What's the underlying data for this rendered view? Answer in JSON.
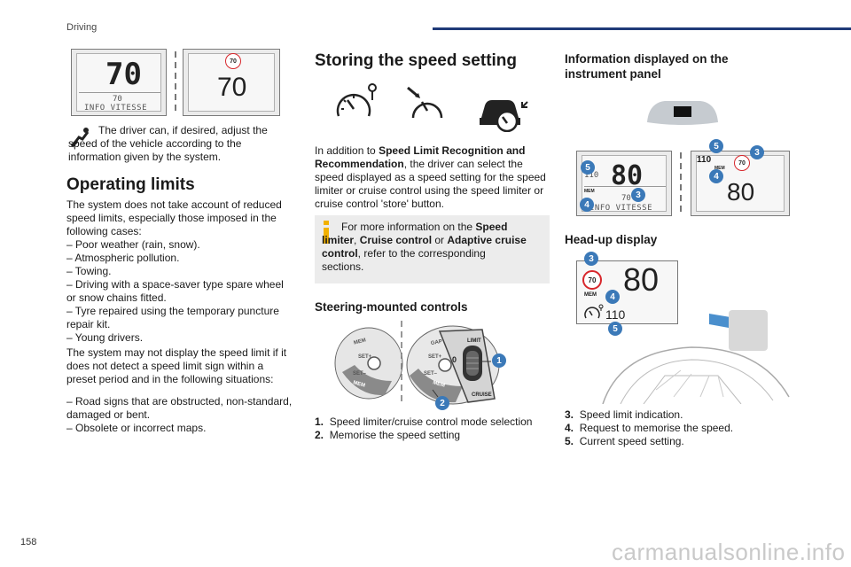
{
  "header": {
    "section": "Driving"
  },
  "page_number": "158",
  "watermark": "carmanualsonline.info",
  "col1": {
    "lcd_speed": "70",
    "lcd_small_speed": "70",
    "lcd_caption": "INFO VITESSE",
    "sign_limit": "70",
    "sign_display_value": "70",
    "adjust_text": "The driver can, if desired, adjust the speed of the vehicle according to the information given by the system.",
    "operating_limits_title": "Operating limits",
    "intro_text": "The system does not take account of reduced speed limits, especially those imposed in the following cases:",
    "cases": [
      "– Poor weather (rain, snow).",
      "– Atmospheric pollution.",
      "– Towing.",
      "– Driving with a space-saver type spare wheel or snow chains fitted.",
      "– Tyre repaired using the temporary puncture repair kit.",
      "– Young drivers."
    ],
    "display_limit_text": "The system may not display the speed limit if it does not detect a speed limit sign within a preset period and in the following situations:",
    "situations": [
      "– Road signs that are obstructed, non-standard, damaged or bent.",
      "– Obsolete or incorrect maps."
    ]
  },
  "col2": {
    "title": "Storing the speed setting",
    "para_prefix": "In addition to ",
    "para_bold1": "Speed Limit Recognition and Recommendation",
    "para_suffix": ", the driver can select the speed displayed as a speed setting for the speed limiter or cruise control using the speed limiter or cruise control 'store' button.",
    "info_prefix": "For more information on the ",
    "info_bold1": "Speed limiter",
    "info_sep1": ", ",
    "info_bold2": "Cruise control",
    "info_sep2": " or ",
    "info_bold3": "Adaptive cruise control",
    "info_suffix": ", refer to the corresponding sections.",
    "controls_title": "Steering-mounted controls",
    "stalk_labels": {
      "mem": "MEM",
      "set_plus": "SET+",
      "set_minus": "SET–",
      "gap": "GAP",
      "limit": "LIMIT",
      "cruise": "CRUISE",
      "zero": "0"
    },
    "callouts": [
      {
        "num": "1.",
        "text": "Speed limiter/cruise control mode selection"
      },
      {
        "num": "2.",
        "text": "Memorise the speed setting"
      }
    ],
    "badge1": "1",
    "badge2": "2"
  },
  "col3": {
    "panel_title": "Information displayed on the instrument panel",
    "lcd_speed": "80",
    "lcd_set": "110",
    "lcd_small": "70",
    "lcd_caption": "INFO VITESSE",
    "mem_label": "MEM",
    "sign_limit": "70",
    "right_set": "110",
    "right_speed": "80",
    "hud_title": "Head-up display",
    "hud_speed": "80",
    "hud_sign": "70",
    "hud_mem": "MEM",
    "hud_set": "110",
    "badges": {
      "b3": "3",
      "b4": "4",
      "b5": "5"
    },
    "legend": [
      {
        "num": "3.",
        "text": "Speed limit indication."
      },
      {
        "num": "4.",
        "text": "Request to memorise the speed."
      },
      {
        "num": "5.",
        "text": "Current speed setting."
      }
    ]
  },
  "colors": {
    "accent_blue": "#1f3a78",
    "badge_blue": "#3b79b8",
    "sign_red": "#d7262b",
    "info_yellow": "#f2b100"
  }
}
